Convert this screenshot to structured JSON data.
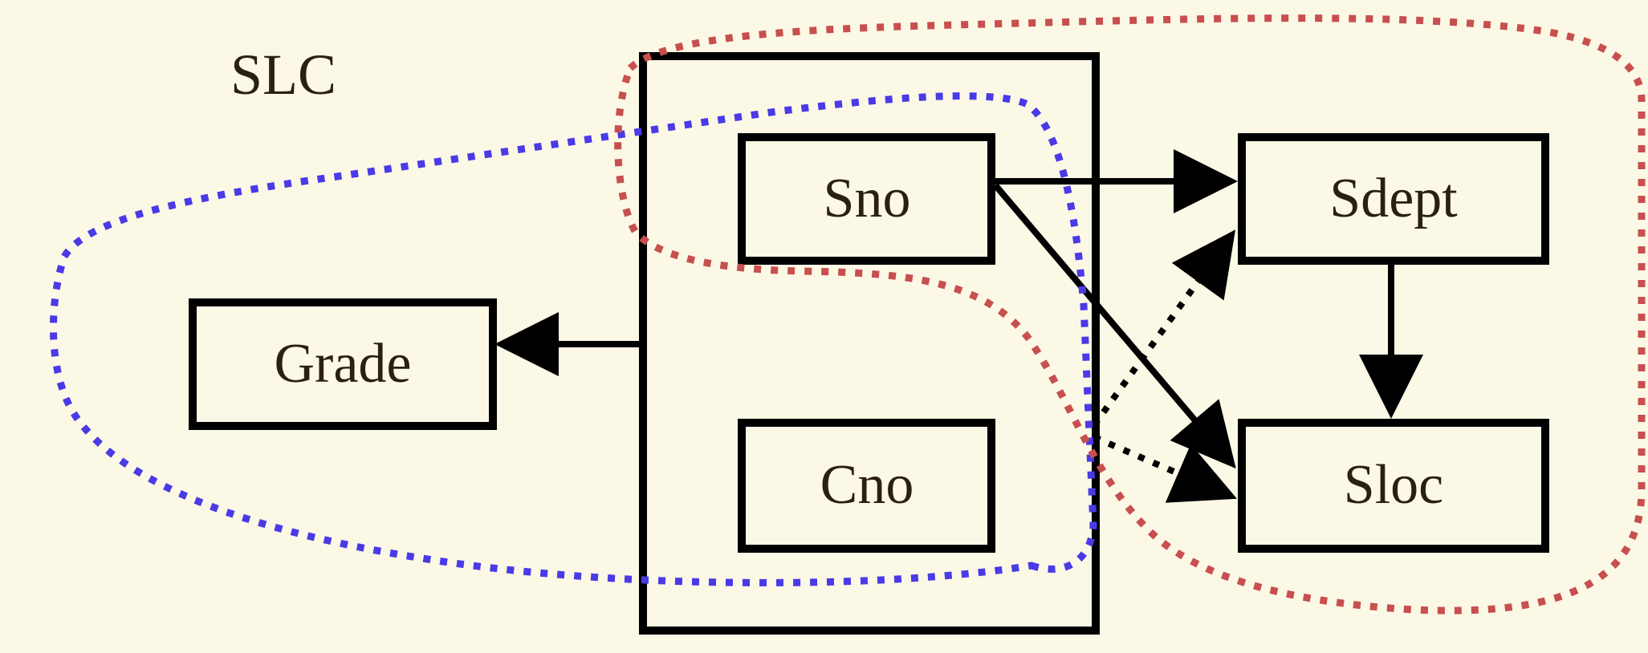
{
  "diagram": {
    "title": "SLC",
    "nodes": {
      "sno": "Sno",
      "cno": "Cno",
      "grade": "Grade",
      "sdept": "Sdept",
      "sloc": "Sloc"
    }
  }
}
